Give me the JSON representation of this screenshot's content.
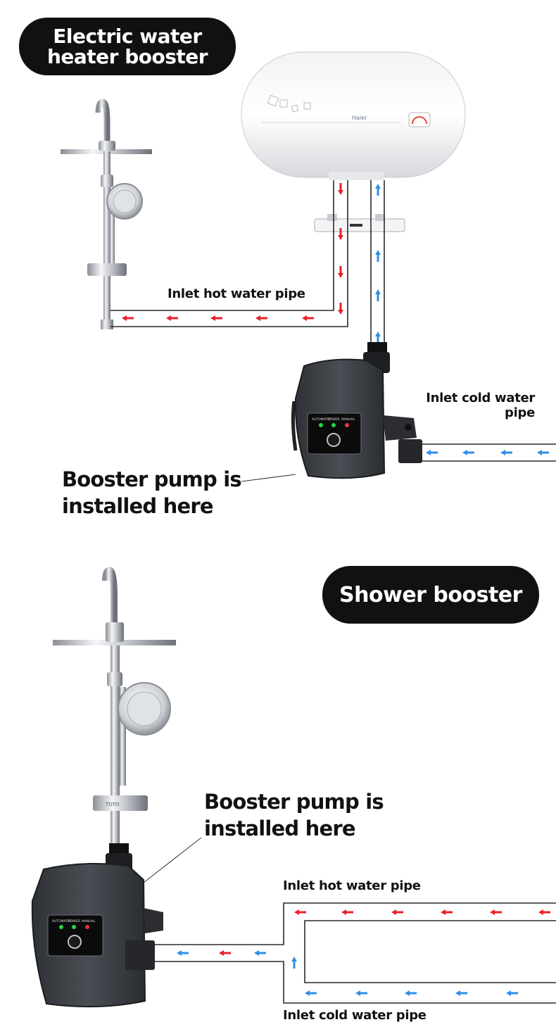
{
  "top_section": {
    "title": "Electric water heater booster",
    "heater_brand": "Haier",
    "hot_pipe_label": "Inlet hot water pipe",
    "cold_pipe_label": "Inlet cold water pipe",
    "pump_location_label": "Booster pump is installed here"
  },
  "bottom_section": {
    "title": "Shower booster",
    "hot_pipe_label": "Inlet hot water pipe",
    "cold_pipe_label": "Inlet cold water pipe",
    "pump_location_label": "Booster pump is installed here",
    "shower_brand": "TOTO"
  },
  "pump_panel": {
    "labels": [
      "AUTOMATIC",
      "POWER",
      "MANUAL"
    ]
  },
  "colors": {
    "hot_arrow": "#e8202a",
    "cold_arrow": "#2f8fe6",
    "pill": "#111111",
    "pump_body": "#3c3f44"
  },
  "icons": [
    "shower-icon",
    "water-heater-icon",
    "booster-pump-icon",
    "hot-flow-arrow-icon",
    "cold-flow-arrow-icon"
  ]
}
